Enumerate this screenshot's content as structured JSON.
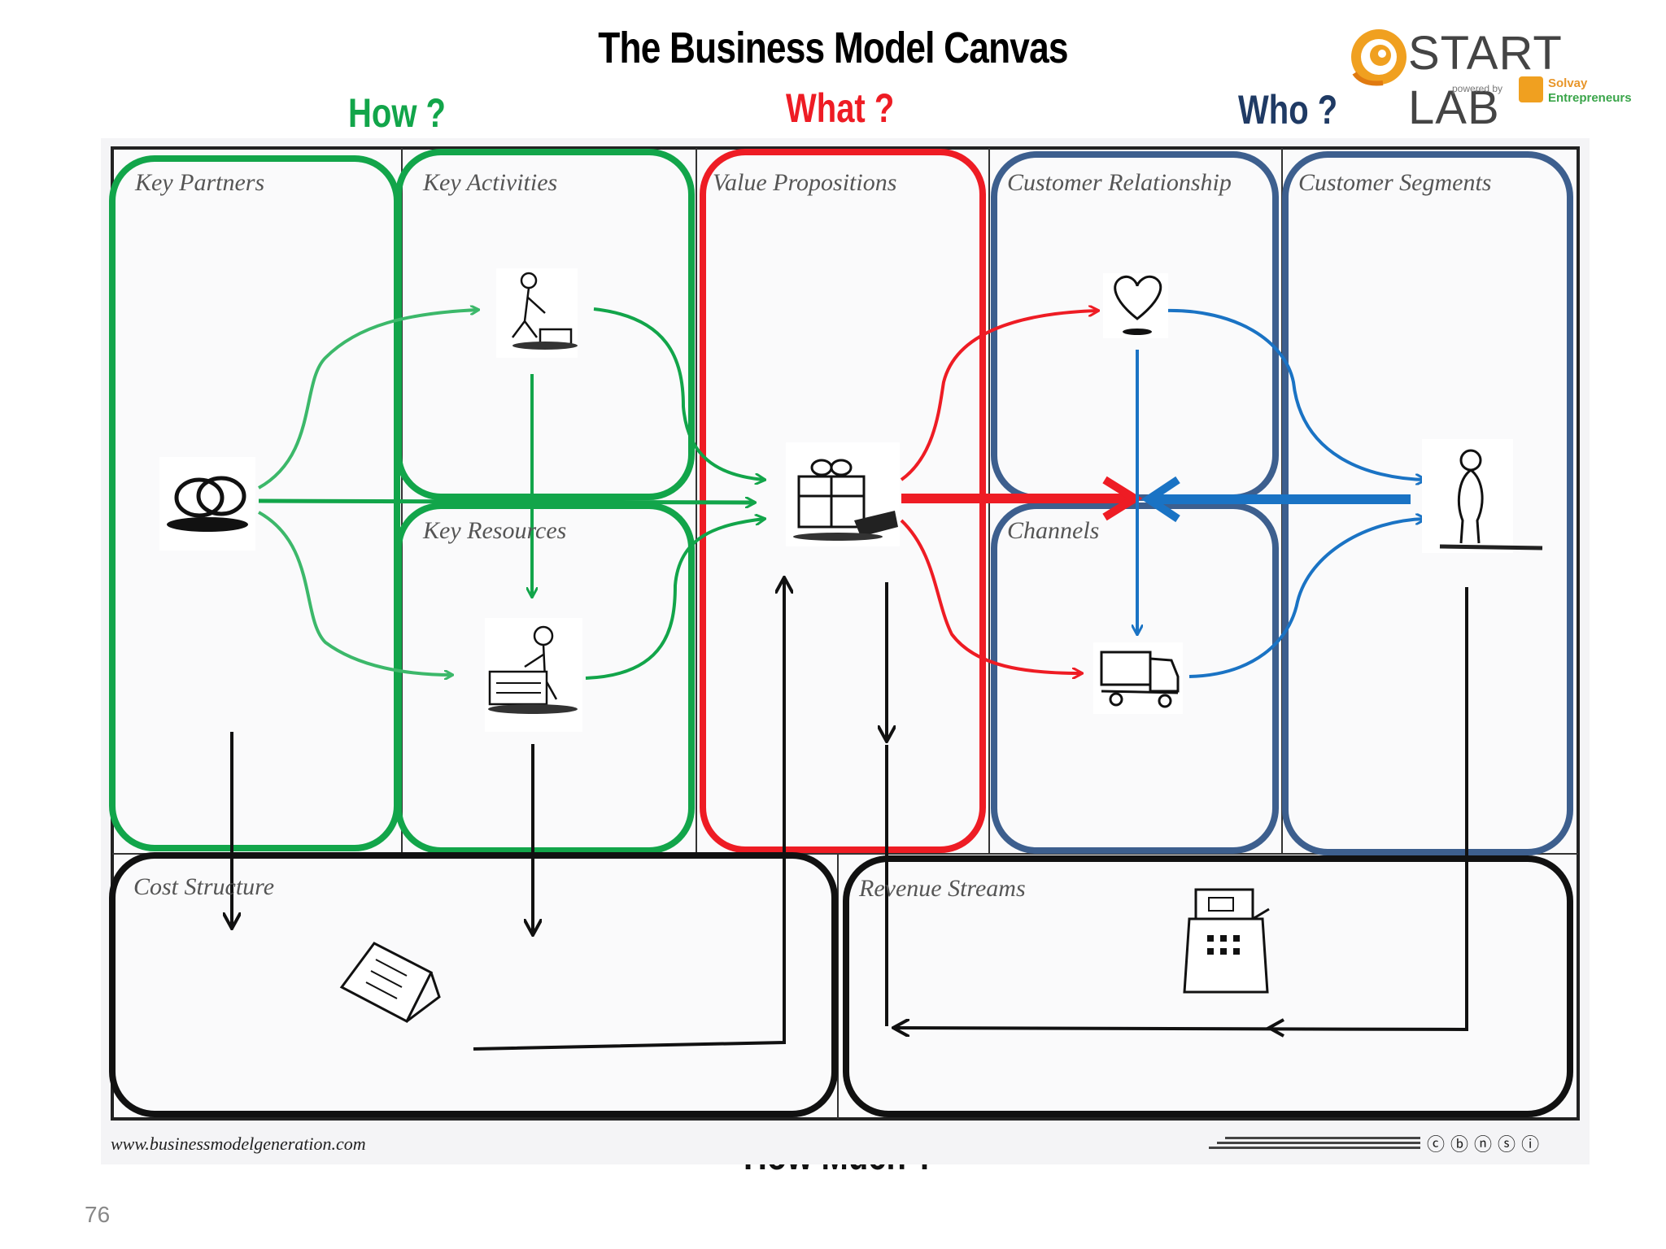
{
  "title": "The Business Model Canvas",
  "questions": {
    "how": "How ?",
    "what": "What ?",
    "who": "Who ?",
    "how_much": "How Much ?"
  },
  "colors": {
    "how": "#12a54a",
    "what": "#ee1c24",
    "who": "#3d5f8e",
    "how_much": "#111111",
    "flow_green": "#3cb86a",
    "flow_blue": "#1a73c4"
  },
  "blocks": {
    "key_partners": "Key Partners",
    "key_activities": "Key Activities",
    "key_resources": "Key Resources",
    "value_propositions": "Value Propositions",
    "customer_relationship": "Customer Relationship",
    "channels": "Channels",
    "customer_segments": "Customer Segments",
    "cost_structure": "Cost Structure",
    "revenue_streams": "Revenue Streams"
  },
  "icons": {
    "key_partners": "rings-icon",
    "key_activities": "worker-icon",
    "key_resources": "factory-worker-icon",
    "value_propositions": "gift-icon",
    "customer_relationship": "heart-icon",
    "channels": "truck-icon",
    "customer_segments": "person-icon",
    "cost_structure": "invoice-icon",
    "revenue_streams": "cash-register-icon"
  },
  "logo": {
    "name": "START LAB",
    "powered_by": "powered by",
    "school_line1": "Solvay",
    "school_line2": "Entrepreneurs"
  },
  "footer": {
    "url": "www.businessmodelgeneration.com",
    "page_number": "76"
  }
}
